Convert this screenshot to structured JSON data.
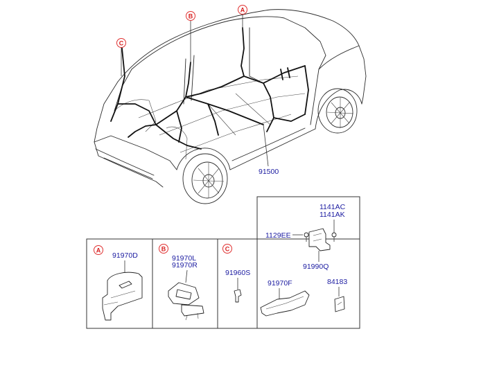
{
  "callouts": {
    "a": "A",
    "b": "B",
    "c": "C"
  },
  "labels": {
    "main_harness": "91500",
    "p_1141ac": "1141AC",
    "p_1141ak": "1141AK",
    "p_1129ee": "1129EE",
    "p_91990q": "91990Q",
    "p_91970d": "91970D",
    "p_91970l": "91970L",
    "p_91970r": "91970R",
    "p_91960s": "91960S",
    "p_91970f": "91970F",
    "p_84183": "84183"
  },
  "colors": {
    "label": "#1a1aa0",
    "callout": "#e03030",
    "line": "#2a2a2a"
  }
}
